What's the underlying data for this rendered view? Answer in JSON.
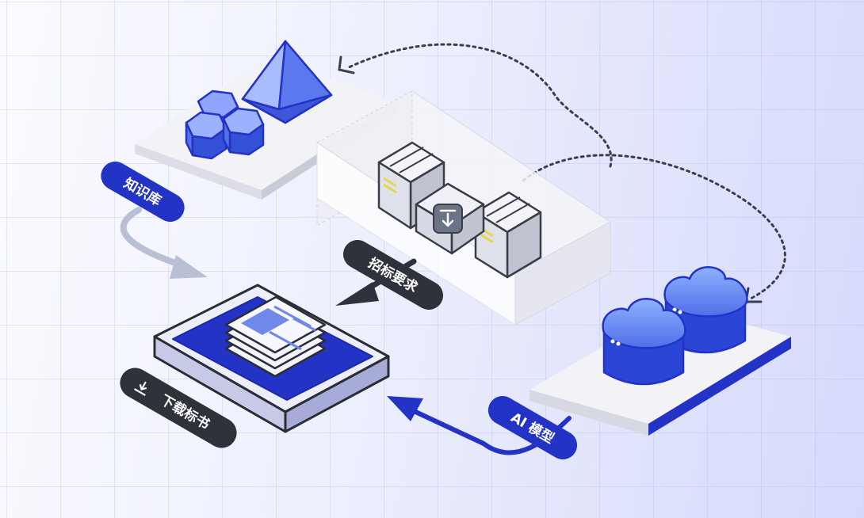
{
  "labels": {
    "knowledge_base": "知识库",
    "bid_requirements": "招标要求",
    "download_bid": "下载标书",
    "ai_model": "AI 模型"
  },
  "icons": {
    "knowledge": "crystal-cubes-icon",
    "servers": "server-rack-icon",
    "download": "download-icon",
    "cloud": "cloud-database-icon",
    "document": "document-stack-icon"
  },
  "colors": {
    "accent": "#2233c6",
    "accent_light": "#5d7bea",
    "pill_dark": "#2f323a",
    "arrow_gray": "#b9c0d4"
  }
}
